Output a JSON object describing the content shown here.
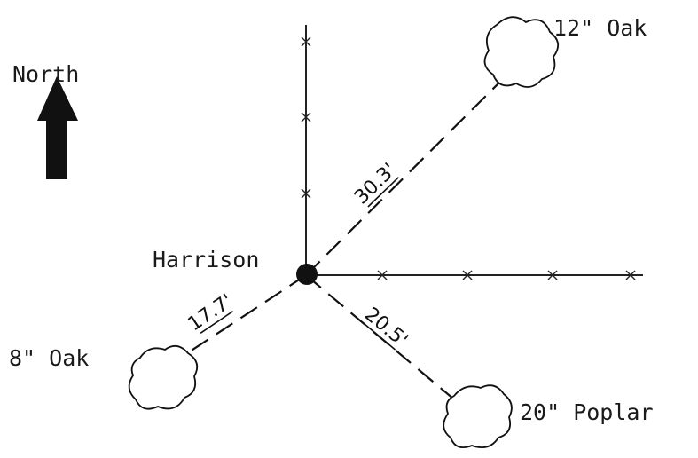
{
  "north": {
    "label": "North"
  },
  "center": {
    "label": "Harrison"
  },
  "trees": [
    {
      "label": "12\" Oak",
      "distance": "30.3'"
    },
    {
      "label": "8\" Oak",
      "distance": "17.7'"
    },
    {
      "label": "20\" Poplar",
      "distance": "20.5'"
    }
  ],
  "colors": {
    "ink": "#111111",
    "background": "#ffffff"
  }
}
